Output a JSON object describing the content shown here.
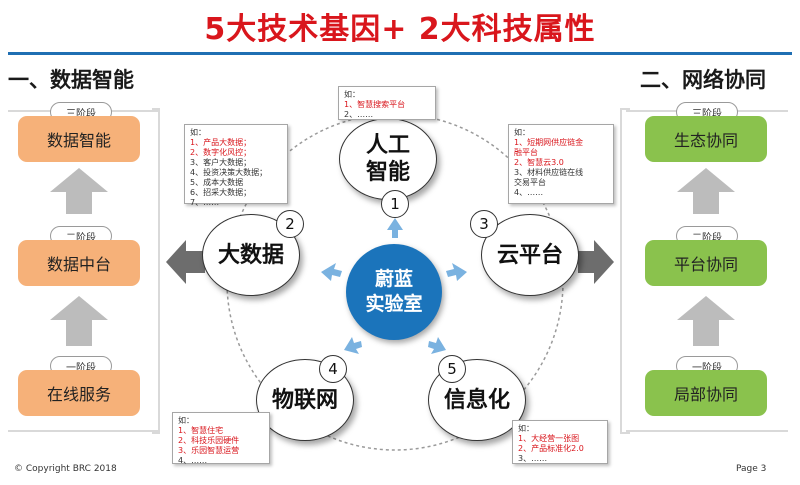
{
  "title": "5大技术基因+ 2大科技属性",
  "left_section": {
    "title": "一、数据智能",
    "stages": [
      {
        "pill": "三阶段",
        "label": "数据智能"
      },
      {
        "pill": "二阶段",
        "label": "数据中台"
      },
      {
        "pill": "一阶段",
        "label": "在线服务"
      }
    ]
  },
  "right_section": {
    "title": "二、网络协同",
    "stages": [
      {
        "pill": "三阶段",
        "label": "生态协同"
      },
      {
        "pill": "二阶段",
        "label": "平台协同"
      },
      {
        "pill": "一阶段",
        "label": "局部协同"
      }
    ]
  },
  "center": {
    "label": "蔚蓝\n实验室"
  },
  "nodes": [
    {
      "num": "1",
      "label": "人工\n智能"
    },
    {
      "num": "2",
      "label": "大数据"
    },
    {
      "num": "3",
      "label": "云平台"
    },
    {
      "num": "4",
      "label": "物联网"
    },
    {
      "num": "5",
      "label": "信息化"
    }
  ],
  "notes": {
    "ai": {
      "head": "如：",
      "lines": [
        "1、智慧搜索平台",
        "2、……"
      ]
    },
    "bigdata": {
      "head": "如：",
      "lines": [
        "1、产品大数据；",
        "2、数字化风控；",
        "3、客户大数据；",
        "4、投资决策大数据；",
        "5、成本大数据",
        "6、招采大数据；",
        "7、……"
      ]
    },
    "cloud": {
      "head": "如：",
      "lines": [
        "1、短期网供应链金",
        "融平台",
        "2、智慧云3.0",
        "3、材料供应链在线",
        "交易平台",
        "4、……"
      ]
    },
    "iot": {
      "head": "如：",
      "lines": [
        "1、智慧住宅",
        "2、科技乐园硬件",
        "3、乐园智慧运营",
        "4、……"
      ]
    },
    "info": {
      "head": "如：",
      "lines": [
        "1、大经营一张图",
        "2、产品标准化2.0",
        "3、……"
      ]
    }
  },
  "footer": {
    "copyright": "© Copyright BRC 2018",
    "page": "Page 3"
  },
  "colors": {
    "title": "#d9161c",
    "accent_blue": "#1b74bb",
    "orange": "#f6b179",
    "green": "#8ac24d"
  }
}
